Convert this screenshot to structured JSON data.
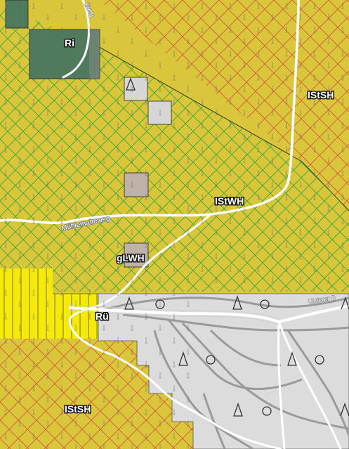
{
  "map": {
    "zones": [
      {
        "code": "Ri"
      },
      {
        "code": "IStSH"
      },
      {
        "code": "IStWH"
      },
      {
        "code": "gLWH"
      },
      {
        "code": "Rü"
      },
      {
        "code": "IStSH"
      }
    ],
    "roads": [
      {
        "name": "Mühlematteweg"
      },
      {
        "name": "Unterer B"
      },
      {
        "name": "kweg"
      }
    ],
    "colors": {
      "forest_yellow": "#d9c63a",
      "hatch_green": "#3aa63a",
      "hatch_red": "#d35a3c",
      "zone_wood_green": "#4f7a5c",
      "bright_yellow": "#f5ea0c",
      "pasture_grey": "#dcdcdc",
      "contour_grey": "#9a9a9a",
      "building_grey": "#d6d6d6",
      "building_brown": "#bdb1a8",
      "road_white": "#ffffff",
      "symbol_dark": "#333333"
    },
    "symbols": [
      "tree-symbol",
      "bush-symbol"
    ]
  }
}
